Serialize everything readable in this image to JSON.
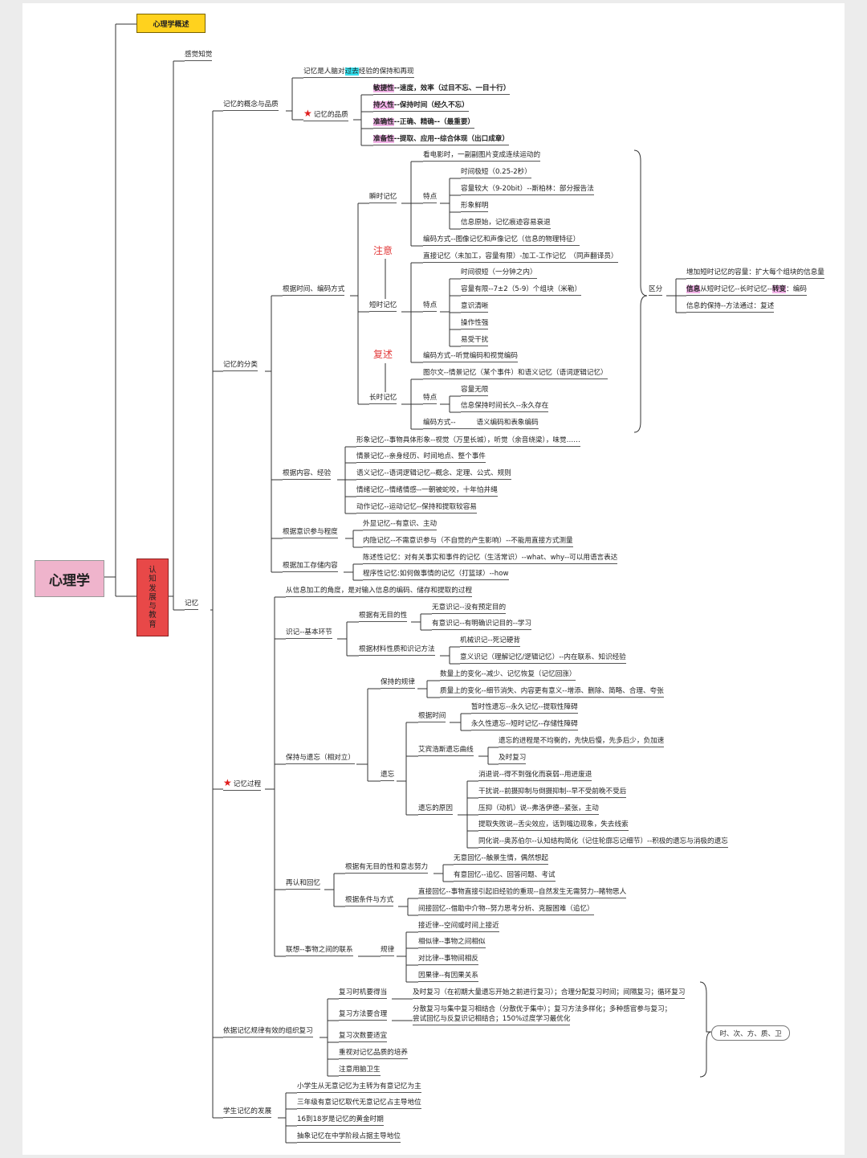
{
  "root": "心理学",
  "overview": "心理学概述",
  "cognitive": [
    "认",
    "知",
    "发",
    "展",
    "与",
    "教",
    "育"
  ],
  "perception": "感觉知觉",
  "memory": "记忆",
  "concept": {
    "title": "记忆的概念与品质",
    "definition": "记忆是人脑对过去经验的保持和再现",
    "highlight_word": "过去",
    "quality_title": "记忆的品质",
    "qualities": [
      {
        "tag": "敏捷性",
        "text": "--速度，效率（过目不忘、一目十行）"
      },
      {
        "tag": "持久性",
        "text": "--保持时间（经久不忘）"
      },
      {
        "tag": "准确性",
        "text": "--正确、精确--（最重要）"
      },
      {
        "tag": "准备性",
        "text": "--提取、应用--综合体现（出口成章）"
      }
    ]
  },
  "classification": {
    "title": "记忆的分类",
    "by_time": "根据时间、编码方式",
    "sensory": {
      "label": "瞬时记忆",
      "example": "看电影时，一副副图片变成连续运动的",
      "feature_label": "特点",
      "features": [
        "时间极短（0.25-2秒）",
        "容量较大（9-20bit）--斯柏林：部分报告法",
        "形象鲜明",
        "信息原始，记忆痕迹容易衰退"
      ],
      "encoding": "编码方式--图像记忆和声像记忆（信息的物理特征）"
    },
    "attention": "注意",
    "rehearsal": "复述",
    "short": {
      "label": "短时记忆",
      "direct": "直接记忆（未加工，容量有限）-加工-工作记忆　（同声翻译员）",
      "feature_label": "特点",
      "features": [
        "时间很短（一分钟之内）",
        "容量有限--7±2（5-9）个组块（米勒）",
        "意识清晰",
        "操作性强",
        "易受干扰"
      ],
      "encoding": "编码方式--听觉编码和视觉编码"
    },
    "long": {
      "label": "长时记忆",
      "tulving": "图尔文--情景记忆（某个事件）和语义记忆（语词逻辑记忆）",
      "feature_label": "特点",
      "features": [
        "容量无限",
        "信息保持时间长久--永久存在"
      ],
      "encoding": "编码方式--　　　语义编码和表象编码"
    },
    "distinguish": "区分",
    "distinctions": [
      "增加短时记忆的容量：扩大每个组块的信息量",
      "信息从短时记忆--长时记忆--转变：编码",
      "信息的保持--方法通过：复述"
    ],
    "distinction_tags": [
      "信息",
      "转变"
    ],
    "by_content": "根据内容、经验",
    "content_items": [
      "形象记忆--事物具体形象--视觉（万里长城），听觉（余音绕梁），味觉……",
      "情景记忆--亲身经历、时间地点、整个事件",
      "语义记忆--语词逻辑记忆--概念、定理、公式、规则",
      "情绪记忆--情绪情感--一朝被蛇咬，十年怕井绳",
      "动作记忆--运动记忆--保持和提取较容易"
    ],
    "by_awareness": "根据意识参与程度",
    "awareness_items": [
      "外显记忆--有意识、主动",
      "内隐记忆--不需意识参与（不自觉的产生影响）--不能用直接方式测量"
    ],
    "by_processing": "根据加工存储内容",
    "processing_items": [
      "陈述性记忆：对有关事实和事件的记忆（生活常识）--what、why--可以用语言表达",
      "程序性记忆:如何做事情的记忆（打篮球）--how"
    ]
  },
  "process": {
    "title": "记忆过程",
    "intro": "从信息加工的角度，是对输入信息的编码、储存和提取的过程",
    "encode": "识记--基本环节",
    "by_purpose": "根据有无目的性",
    "purpose_items": [
      "无意识记--没有预定目的",
      "有意识记--有明确识记目的--学习"
    ],
    "by_material": "根据材料性质和识记方法",
    "material_items": [
      "机械识记--死记硬背",
      "意义识记（理解记忆/逻辑记忆）--内在联系、知识经验"
    ],
    "retain": "保持与遗忘（相对立）",
    "retain_law": "保持的规律",
    "retain_items": [
      "数量上的变化--减少、记忆恢复（记忆回涨）",
      "质量上的变化--细节消失、内容更有意义--增添、删除、简略、合理、夸张"
    ],
    "forget": "遗忘",
    "by_time": "根据时间",
    "time_items": [
      "暂时性遗忘--永久记忆--提取性障碍",
      "永久性遗忘--短时记忆--存储性障碍"
    ],
    "curve": "艾宾浩斯遗忘曲线",
    "curve_items": [
      "遗忘的进程是不均衡的，先快后慢，先多后少，负加速",
      "及时复习"
    ],
    "causes": "遗忘的原因",
    "cause_items": [
      "消退说--得不到强化而衰弱--用进废退",
      "干扰说--前摄抑制与倒摄抑制--早不受前晚不受后",
      "压抑（动机）说--弗洛伊德--紧张，主动",
      "提取失败说--舌尖效应，话到嘴边现象，失去线索",
      "同化说--奥苏伯尔--认知结构简化（记住轮廓忘记细节）--积极的遗忘与消极的遗忘"
    ],
    "recall": "再认和回忆",
    "recall_purpose": "根据有无目的性和意志努力",
    "recall_purpose_items": [
      "无意回忆--触景生情，偶然想起",
      "有意回忆--追忆、回答问题、考试"
    ],
    "recall_mode": "根据条件与方式",
    "recall_mode_items": [
      "直接回忆--事物直接引起旧经验的重现--自然发生无需努力--睹物思人",
      "间接回忆--借助中介物--努力思考分析、克服困难（追忆）"
    ],
    "assoc": "联想--事物之间的联系",
    "law": "规律",
    "law_items": [
      "接近律--空间或时间上接近",
      "相似律--事物之间相似",
      "对比律--事物间相反",
      "因果律--有因果关系"
    ]
  },
  "review": {
    "title": "依据记忆规律有效的组织复习",
    "items": [
      "复习时机要得当",
      "复习方法要合理",
      "复习次数要适宜",
      "重视对记忆品质的培养",
      "注意用脑卫生"
    ],
    "timing": "及时复习（在初期大量遗忘开始之前进行复习）；合理分配复习时间；间隔复习；循环复习",
    "method_1": "分散复习与集中复习相结合（分散优于集中）；复习方法多样化；多种感官参与复习；",
    "method_2": "尝试回忆与反复识记相结合；150%过度学习最优化",
    "tag": "时、次、方、质、卫"
  },
  "development": {
    "title": "学生记忆的发展",
    "items": [
      "小学生从无意记忆为主转为有意记忆为主",
      "三年级有意记忆取代无意记忆占主导地位",
      "16到18岁是记忆的黄金时期",
      "抽象记忆在中学阶段占据主导地位"
    ]
  }
}
